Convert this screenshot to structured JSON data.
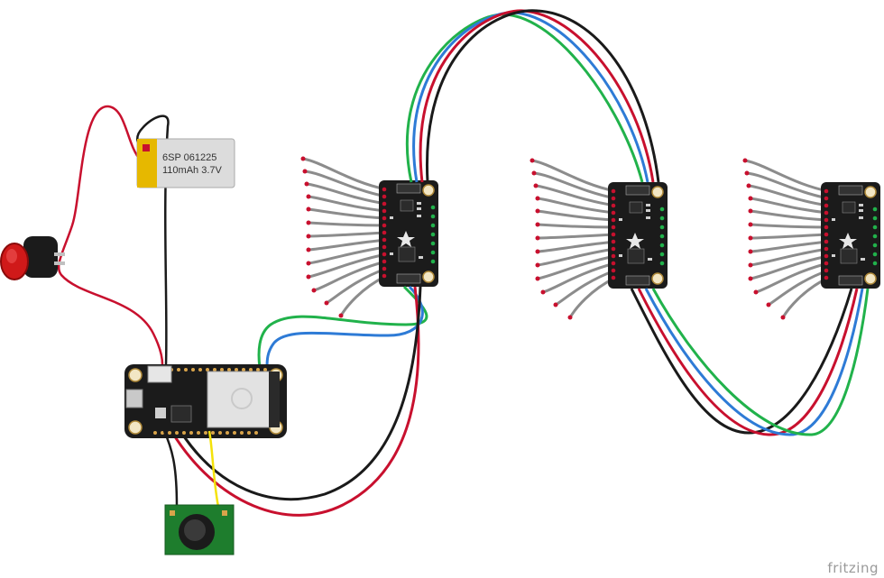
{
  "battery": {
    "line1": "6SP 061225",
    "line2": "110mAh 3.7V"
  },
  "watermark": "fritzing",
  "colors": {
    "red": "#c8102e",
    "black": "#1a1a1a",
    "blue": "#2e7bd6",
    "green": "#21b24b",
    "yellow": "#f4e20a",
    "gray": "#8c8c8c",
    "board": "#1b1b1b",
    "pad": "#d9a44a",
    "pcb_green": "#1e7d2d",
    "battery": "#d9d9d9",
    "battery_tab": "#e6b800",
    "button": "#d01919"
  }
}
